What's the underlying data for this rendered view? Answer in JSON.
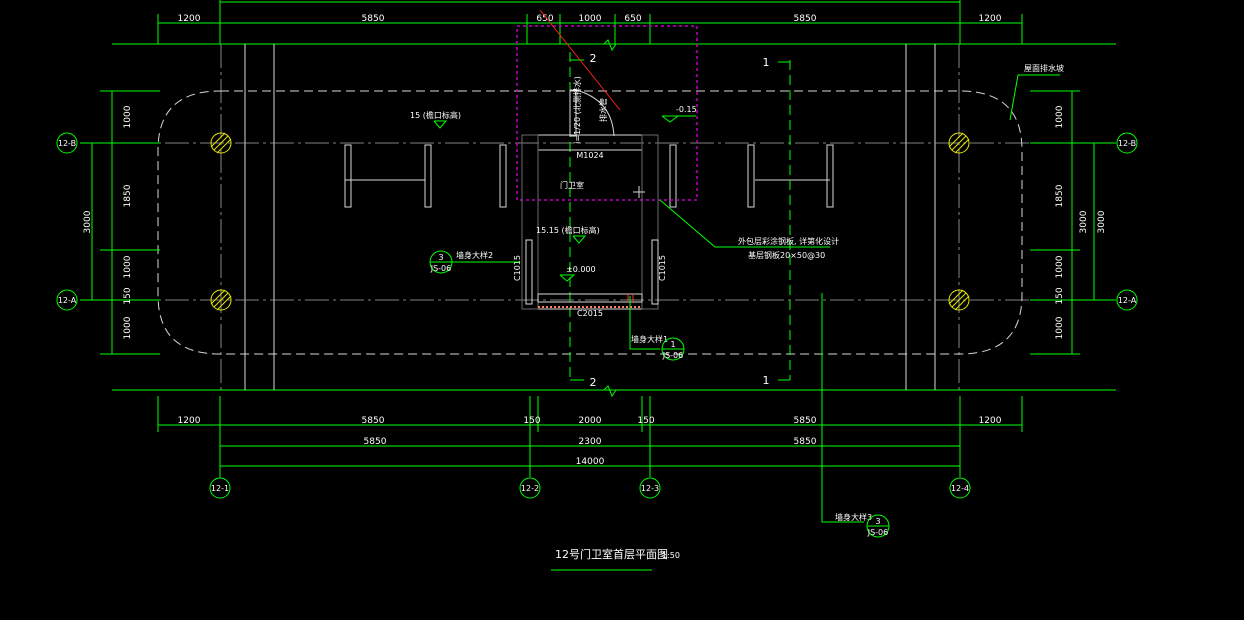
{
  "title": "12号门卫室首层平面图",
  "scale": "1:50",
  "grid_axes": {
    "horizontal": [
      "12-1",
      "12-2",
      "12-3",
      "12-4"
    ],
    "vertical": [
      "12-A",
      "12-B"
    ]
  },
  "dims_top": [
    "1200",
    "5850",
    "650",
    "1000",
    "650",
    "5850",
    "1200"
  ],
  "dims_bottom_row1": [
    "1200",
    "5850",
    "150",
    "2000",
    "150",
    "5850",
    "1200"
  ],
  "dims_bottom_row2": [
    "5850",
    "2300",
    "5850"
  ],
  "dims_bottom_total": "14000",
  "dims_side_inner": [
    "1000",
    "1850",
    "1000",
    "150",
    "1000"
  ],
  "dims_side_outer": "3000",
  "section_marks": [
    "1",
    "2"
  ],
  "labels": {
    "canopy_elev": "15 (檐口标高)",
    "roof_elev": "15.15 (檐口标高)",
    "elev_neg": "-0.15",
    "floor_elev": "±0.000",
    "door": "M1024",
    "room": "门卫室",
    "window_left": "C1015",
    "window_right": "C1015",
    "window_bottom": "C2015",
    "wall_note_1": "外包层彩涂钢板, 详第化设计",
    "wall_note_2": "基层钢板20×50@30",
    "eave_note": "屋面排水坡",
    "vert_note_1": "i=1/20 (北侧排水)",
    "vert_note_2": "排水管",
    "detail_2": "墙身大样2",
    "detail_1": "墙身大样1",
    "detail_3": "墙身大样3"
  },
  "detail_refs": [
    {
      "num": "3",
      "sheet": "JS-06"
    },
    {
      "num": "1",
      "sheet": "JS-06"
    },
    {
      "num": "3",
      "sheet": "JS-06"
    }
  ],
  "colors": {
    "background": "#000000",
    "dimension": "#00ff00",
    "wall": "#d8d8d8",
    "cloud": "#c000c0",
    "annotation": "#00ff00",
    "cut_line": "#ff2020",
    "hatch": "#ff8060"
  }
}
